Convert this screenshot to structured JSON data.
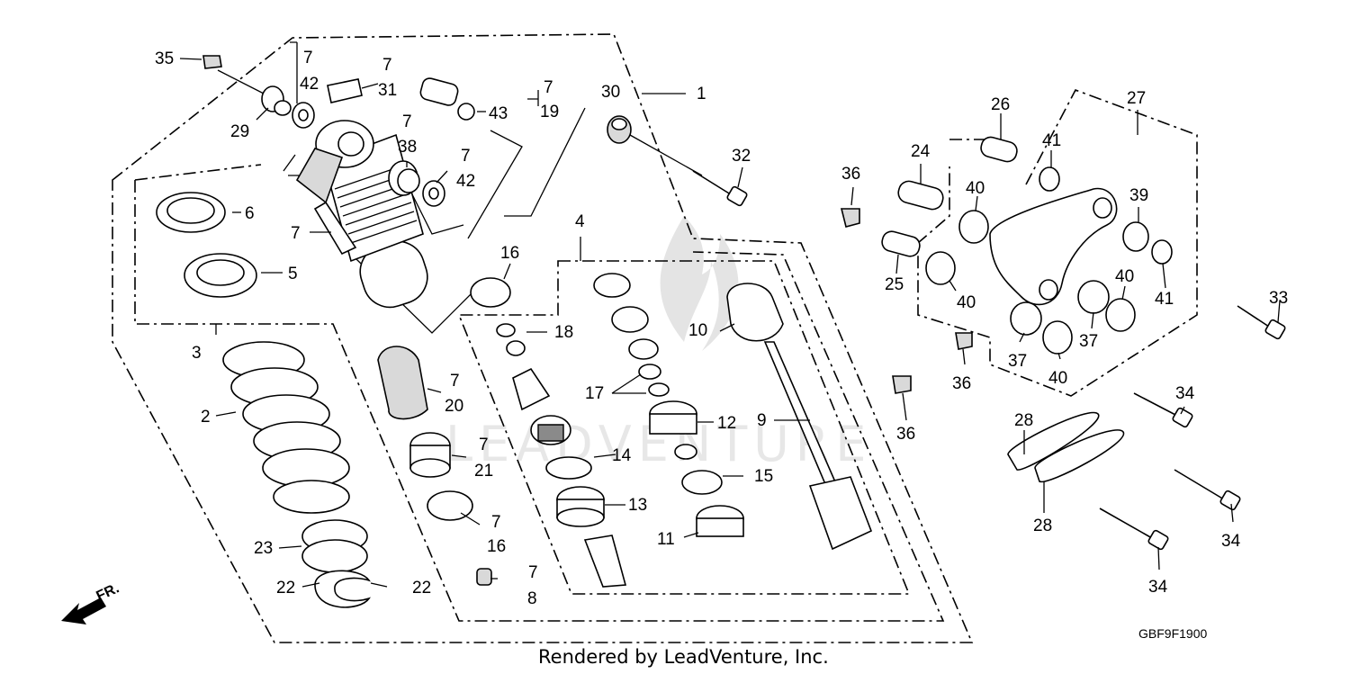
{
  "title": "",
  "diagram_code": "GBF9F1900",
  "footer": "Rendered by LeadVenture, Inc.",
  "watermark": "LEADVENTURE",
  "direction_label": "FR.",
  "callouts": {
    "c1": "1",
    "c2": "2",
    "c3": "3",
    "c4": "4",
    "c5": "5",
    "c6": "6",
    "c7_top_a": "7",
    "c42_top": "42",
    "c7_top_b": "7",
    "c31": "31",
    "c7_top_c": "7",
    "c19": "19",
    "c43": "43",
    "c7_mid_a": "7",
    "c38": "38",
    "c7_mid_b": "7",
    "c42_mid": "42",
    "c7_body": "7",
    "c7_cap": "7",
    "c20": "20",
    "c7_c21": "7",
    "c21": "21",
    "c7_c16": "7",
    "c16_low": "16",
    "c7_c8": "7",
    "c8": "8",
    "c9": "9",
    "c10": "10",
    "c11": "11",
    "c12": "12",
    "c13": "13",
    "c14": "14",
    "c15": "15",
    "c16_top": "16",
    "c17": "17",
    "c18": "18",
    "c22_left": "22",
    "c22_right": "22",
    "c23": "23",
    "c24": "24",
    "c25": "25",
    "c26": "26",
    "c27": "27",
    "c28_top": "28",
    "c28_bot": "28",
    "c29": "29",
    "c30": "30",
    "c32": "32",
    "c33": "33",
    "c34_a": "34",
    "c34_b": "34",
    "c34_c": "34",
    "c35": "35",
    "c36_a": "36",
    "c36_b": "36",
    "c36_c": "36",
    "c37_a": "37",
    "c37_b": "37",
    "c39": "39",
    "c40_a": "40",
    "c40_b": "40",
    "c40_c": "40",
    "c40_d": "40",
    "c41_a": "41",
    "c41_b": "41"
  },
  "icons": {
    "front_arrow": "arrow-front-icon"
  }
}
